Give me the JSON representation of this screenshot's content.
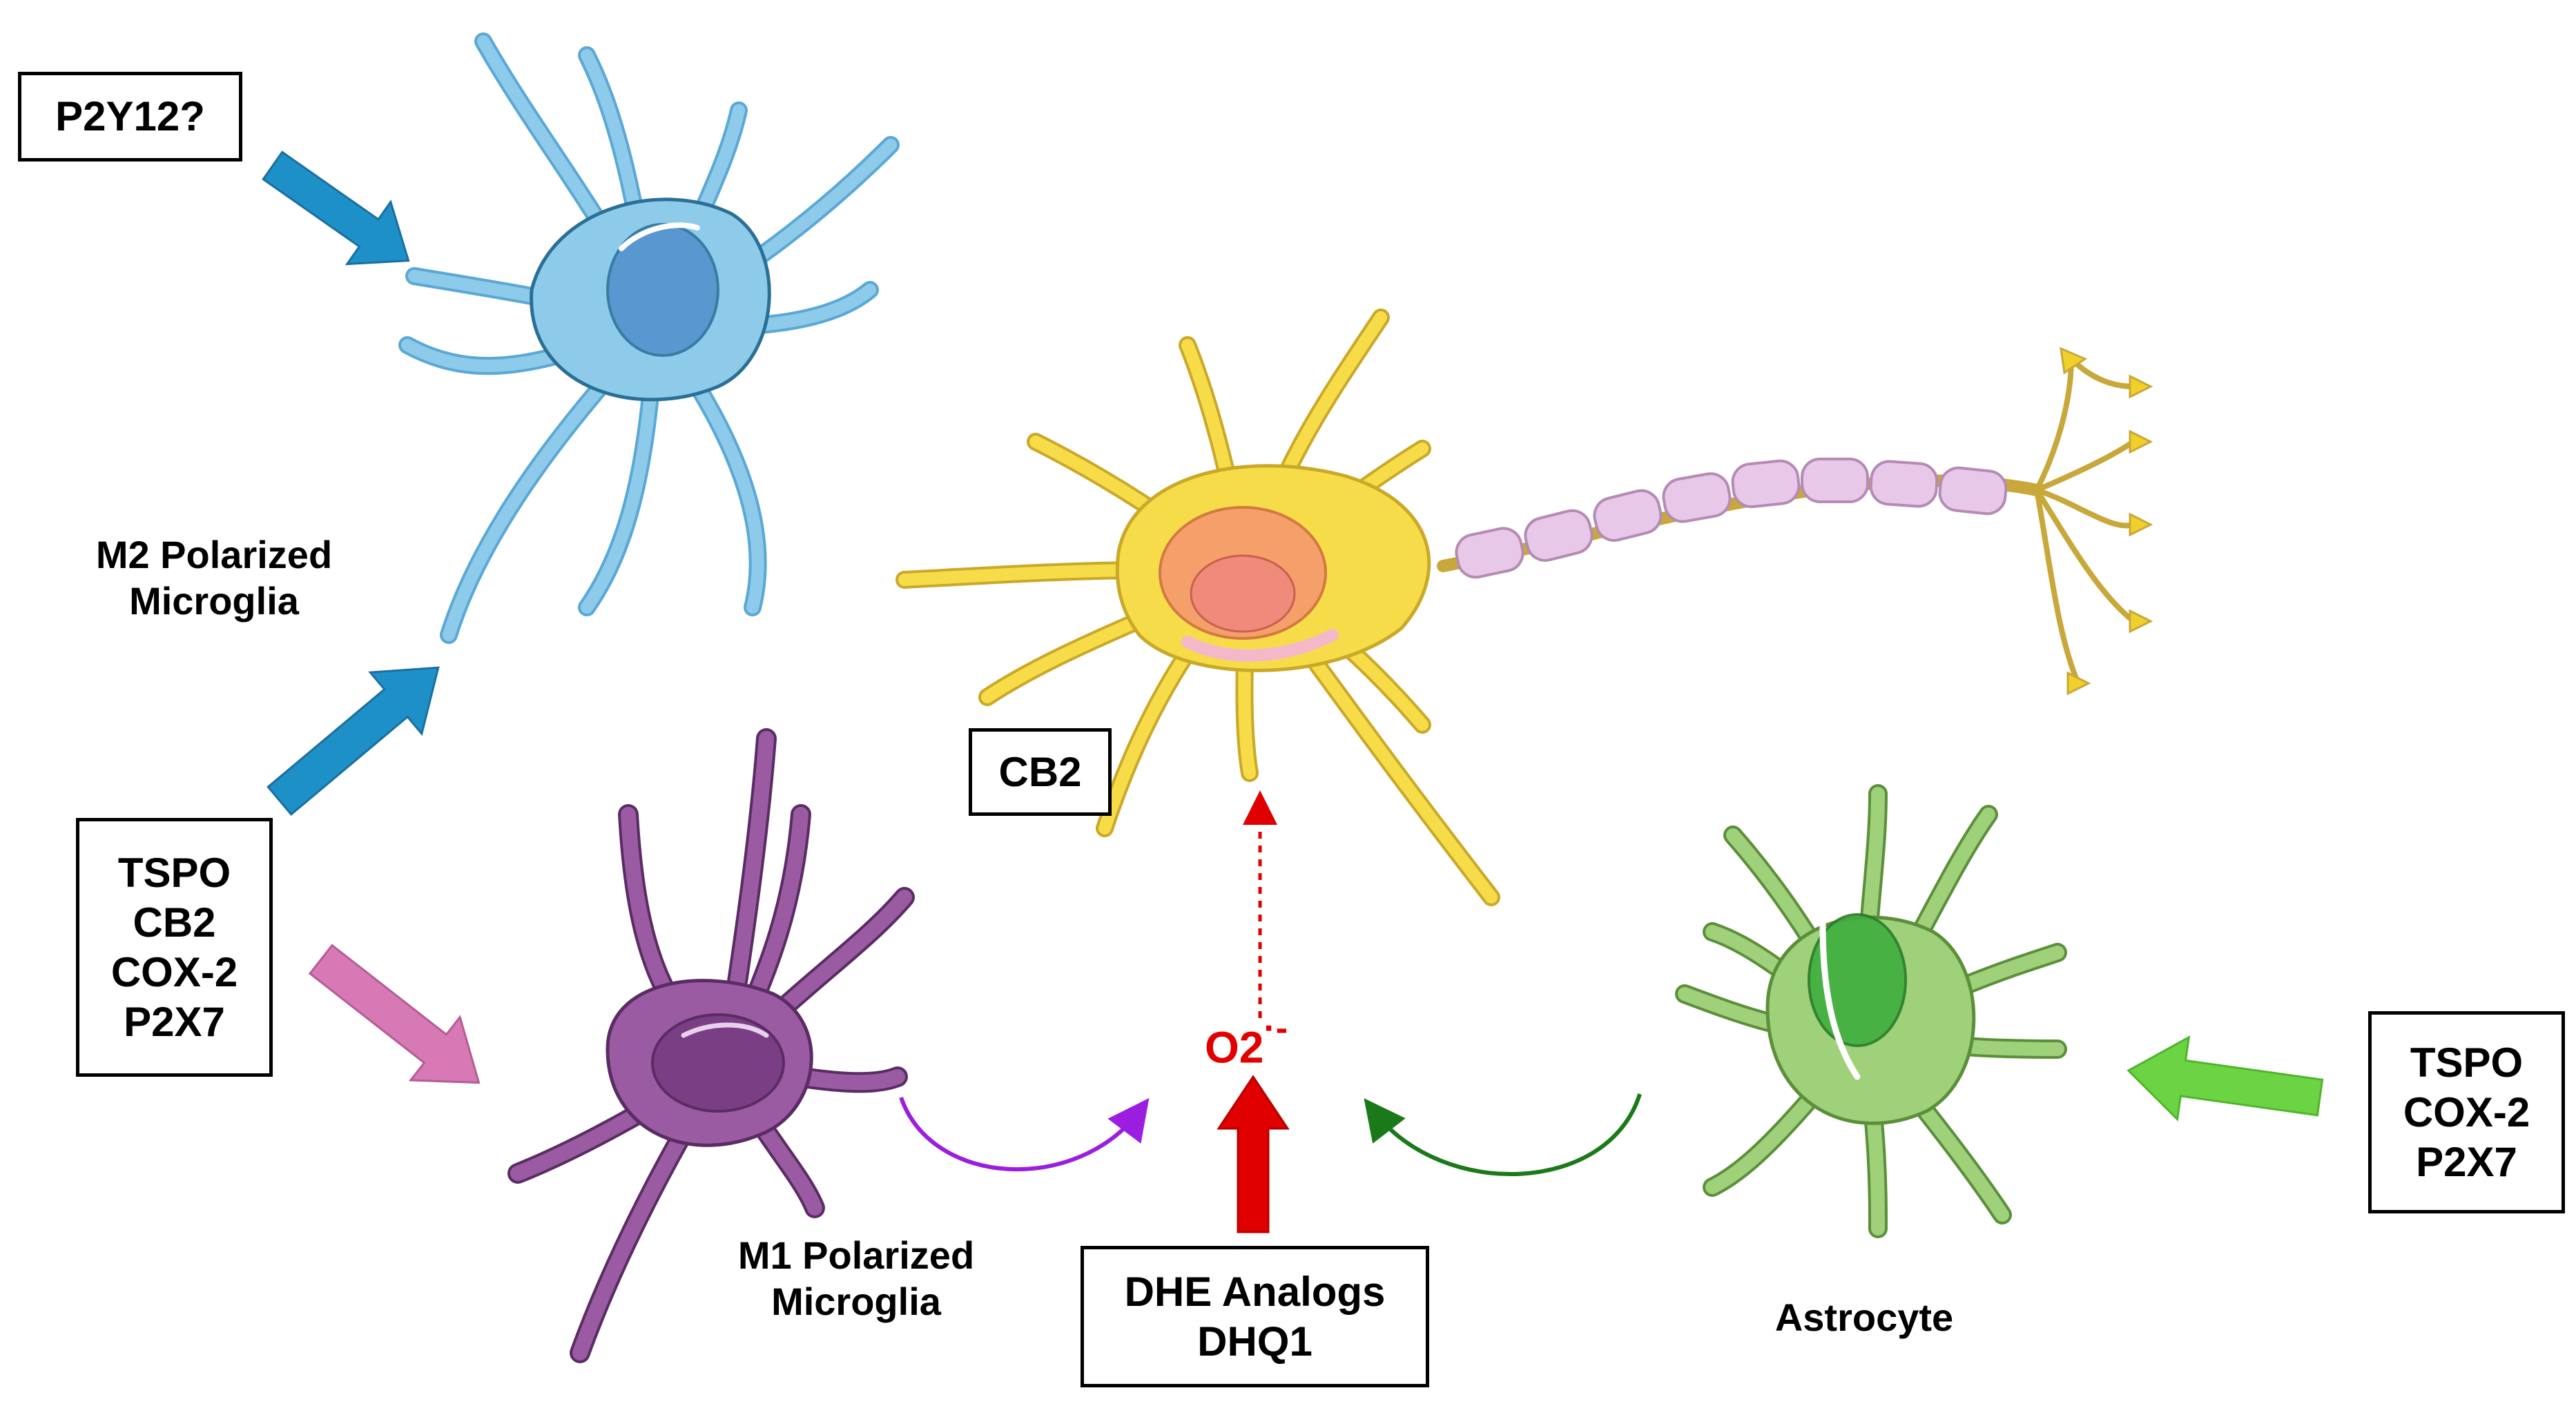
{
  "boxes": {
    "p2y12": [
      "P2Y12?"
    ],
    "left_markers": [
      "TSPO",
      "CB2",
      "COX-2",
      "P2X7"
    ],
    "cb2": [
      "CB2"
    ],
    "dhe": [
      "DHE Analogs",
      "DHQ1"
    ],
    "right_markers": [
      "TSPO",
      "COX-2",
      "P2X7"
    ]
  },
  "labels": {
    "m2": [
      "M2 Polarized",
      "Microglia"
    ],
    "m1": [
      "M1 Polarized",
      "Microglia"
    ],
    "astrocyte": "Astrocyte"
  },
  "ros": {
    "base": "O2",
    "charge": "·-"
  },
  "colors": {
    "m2_cell": "#8ecbea",
    "m2_arrow": "#1e90c8",
    "m1_cell": "#9a5ba3",
    "m1_arrow": "#d679b4",
    "neuron": "#f7dc4a",
    "myelin": "#e8c8e8",
    "astrocyte_cell": "#9fd07a",
    "astro_arrow": "#6cd444",
    "ros_red": "#e00000",
    "m1_curve": "#9b1ee0",
    "astro_curve": "#1a7a1a"
  }
}
